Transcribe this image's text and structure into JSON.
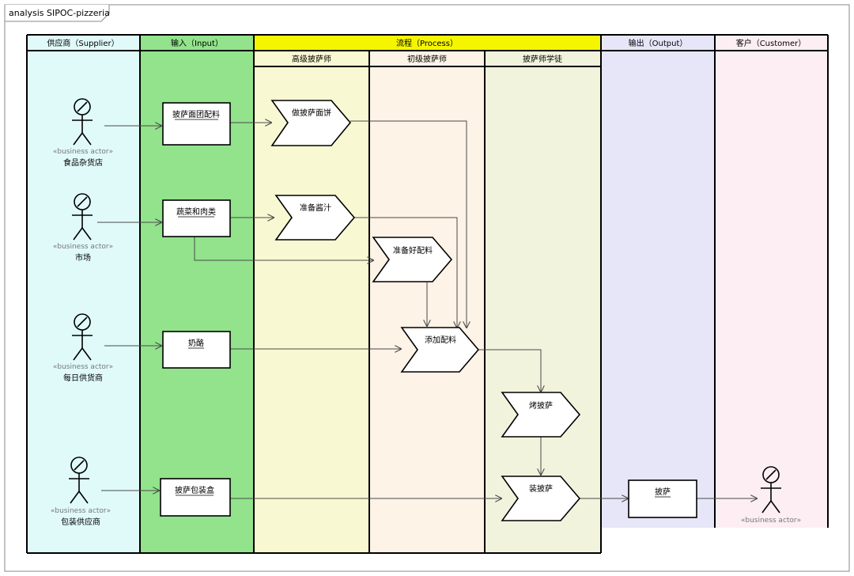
{
  "frame": {
    "title": "analysis SIPOC-pizzeria"
  },
  "lanes": {
    "supplier": {
      "label": "供应商（Supplier）",
      "color": "#e0fafa"
    },
    "input": {
      "label": "输入（Input）",
      "color": "#92e38c"
    },
    "process": {
      "label": "流程（Process）",
      "color": "#f5f500"
    },
    "output": {
      "label": "输出（Output）",
      "color": "#e6e6f8"
    },
    "customer": {
      "label": "客户（Customer）",
      "color": "#fdeef3"
    }
  },
  "sublanes": {
    "senior": {
      "label": "高级披萨师",
      "color": "#f8f9d2"
    },
    "junior": {
      "label": "初级披萨师",
      "color": "#fdf3e6"
    },
    "apprentice": {
      "label": "披萨师学徒",
      "color": "#f1f3dc"
    }
  },
  "actors": {
    "grocer": {
      "stereotype": "«business actor»",
      "name": "食品杂货店"
    },
    "market": {
      "stereotype": "«business actor»",
      "name": "市场"
    },
    "daily": {
      "stereotype": "«business actor»",
      "name": "每日供货商"
    },
    "packaging": {
      "stereotype": "«business actor»",
      "name": "包装供应商"
    },
    "customer": {
      "stereotype": "«business actor»"
    }
  },
  "inputs": {
    "dough": "披萨面团配料",
    "veg": "蔬菜和肉类",
    "cheese": "奶酪",
    "box": "披萨包装盒"
  },
  "processes": {
    "make_dough": "做披萨面饼",
    "sauce": "准备酱汁",
    "prep": "准备好配料",
    "toppings": "添加配料",
    "bake": "烤披萨",
    "pack": "装披萨"
  },
  "outputs": {
    "pizza": "披萨"
  },
  "colors": {
    "line": "#000000",
    "connector": "#4a4a4a",
    "frame": "#8a8a8a"
  }
}
